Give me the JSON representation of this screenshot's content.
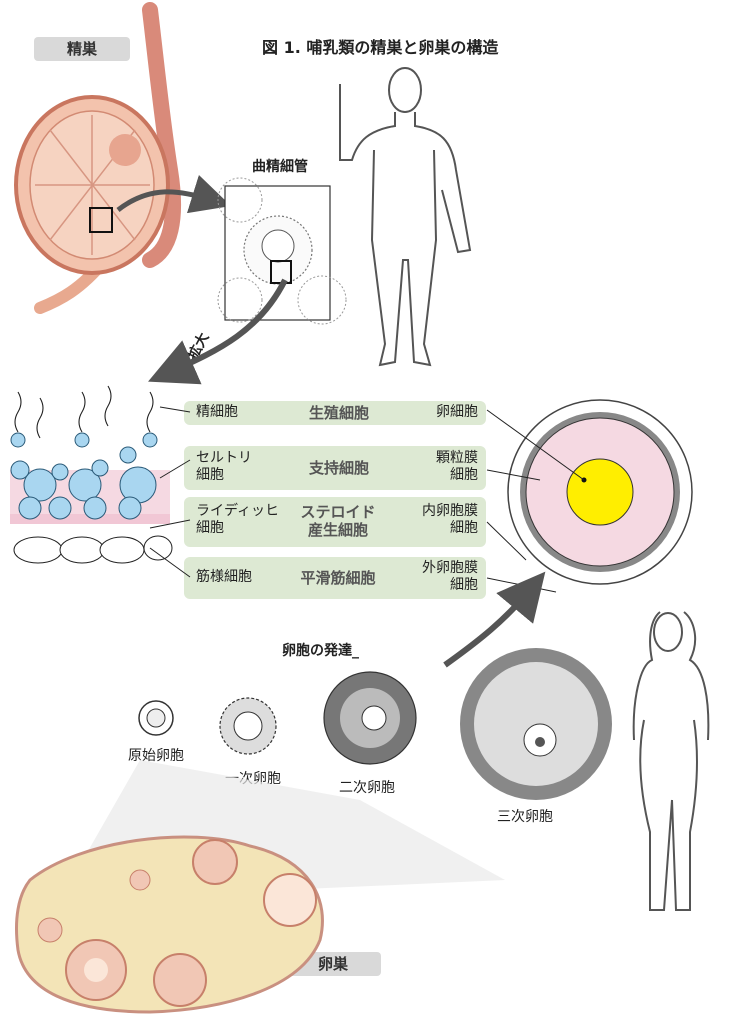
{
  "figure": {
    "title": "図 1.  哺乳類の精巣と卵巣の構造"
  },
  "testis": {
    "tag": "精巣",
    "tubule_label": "曲精細管",
    "magnify_label": "拡大"
  },
  "ovary": {
    "tag": "卵巣",
    "development_title": "卵胞の発達_",
    "stages": [
      "原始卵胞",
      "一次卵胞",
      "二次卵胞",
      "三次卵胞"
    ]
  },
  "table": {
    "rows": [
      {
        "left": "精細胞",
        "mid": "生殖細胞",
        "right": "卵細胞"
      },
      {
        "left": "セルトリ\n細胞",
        "mid": "支持細胞",
        "right": "顆粒膜\n細胞"
      },
      {
        "left": "ライディッヒ\n細胞",
        "mid": "ステロイド\n産生細胞",
        "right": "内卵胞膜\n細胞"
      },
      {
        "left": "筋様細胞",
        "mid": "平滑筋細胞",
        "right": "外卵胞膜\n細胞"
      }
    ]
  },
  "colors": {
    "row_bg": "#dde9d3",
    "tag_bg": "#d9d9d9",
    "sperm_blue": "#a9d6f0",
    "pink": "#f5d9e2",
    "yolk": "#ffee00",
    "arrow": "#555555"
  }
}
